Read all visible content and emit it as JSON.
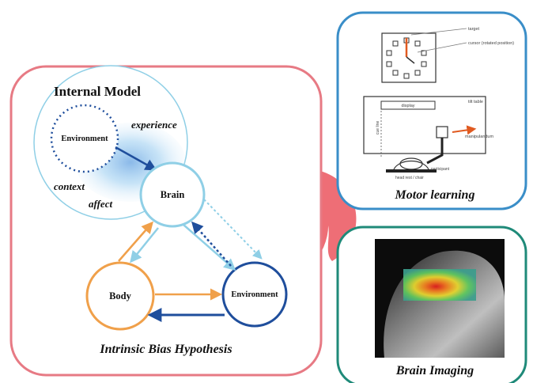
{
  "main_panel": {
    "internal_model_title": "Internal Model",
    "hypothesis_caption": "Intrinsic Bias Hypothesis",
    "nodes": {
      "inner_environment": "Environment",
      "brain": "Brain",
      "body": "Body",
      "environment": "Environment"
    },
    "factors": {
      "experience": "experience",
      "context": "context",
      "affect": "affect"
    }
  },
  "motor_panel": {
    "caption": "Motor learning",
    "labels": {
      "target": "target",
      "cursor": "cursor (rotated position)",
      "display": "display",
      "tilt_table": "tilt table",
      "cue_line": "cue line",
      "manipulandum": "manipulandum",
      "participant": "participant",
      "head_rest": "head rest / chair"
    }
  },
  "imaging_panel": {
    "caption": "Brain Imaging"
  },
  "colors": {
    "main_border": "#e77a84",
    "side_border_blue": "#3a8ec8",
    "side_border_teal": "#1f8a79",
    "connector": "#ee6e76",
    "light_blue": "#8fcfe6",
    "dark_blue": "#1f4e9c",
    "orange": "#f0a04a",
    "arrow_red": "#e05a20"
  }
}
